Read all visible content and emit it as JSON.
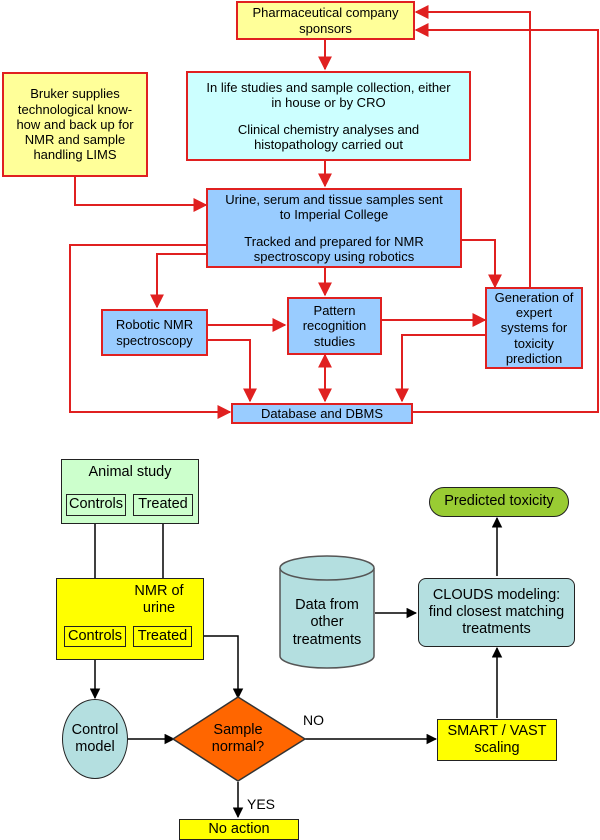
{
  "top_flow": {
    "sponsors": "Pharmaceutical company sponsors",
    "bruker": "Bruker supplies technological know-how and back up for NMR and sample handling LIMS",
    "in_life_1": "In life studies and sample collection, either in house or by CRO",
    "in_life_2": "Clinical chemistry analyses and histopathology carried out",
    "samples_1": "Urine, serum and tissue samples sent to Imperial College",
    "samples_2": "Tracked and prepared for NMR spectroscopy using robotics",
    "robotic_nmr": "Robotic NMR spectroscopy",
    "pattern": "Pattern recognition studies",
    "expert": "Generation of expert systems for toxicity prediction",
    "database": "Database and DBMS"
  },
  "bottom_flow": {
    "animal_study": "Animal study",
    "controls_1": "Controls",
    "treated_1": "Treated",
    "nmr_urine": "NMR of urine",
    "controls_2": "Controls",
    "treated_2": "Treated",
    "control_model": "Control model",
    "sample_normal": "Sample normal?",
    "no_label": "NO",
    "yes_label": "YES",
    "no_action": "No action",
    "smart_vast": "SMART / VAST scaling",
    "data_other": "Data from other treatments",
    "clouds": "CLOUDS modeling: find closest matching treatments",
    "predicted": "Predicted toxicity"
  },
  "colors": {
    "red_border": "#e02020",
    "light_yellow": "#ffff99",
    "light_cyan": "#ccffff",
    "light_blue": "#99ccff",
    "light_green": "#ccffcc",
    "yellow": "#ffff00",
    "orange": "#ff6600",
    "teal": "#b4dfe0",
    "green": "#99cc33"
  }
}
